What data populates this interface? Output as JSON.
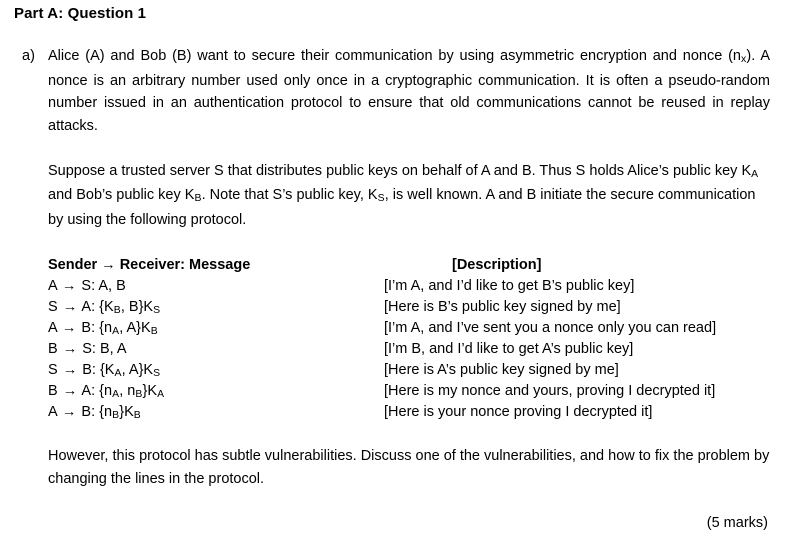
{
  "document": {
    "title": "Part A: Question 1",
    "question": {
      "marker": "a)",
      "paragraph_1": "Alice (A) and Bob (B) want to secure their communication by using asymmetric encryption and nonce (nₓ). A nonce is an arbitrary number used only once in a cryptographic communication. It is often a pseudo-random number issued in an authentication protocol to ensure that old communications cannot be reused in replay attacks.",
      "paragraph_2": "Suppose a trusted server S that distributes public keys on behalf of A and B. Thus S holds Alice’s public key Kₐ and Bob’s public key Kʙ. Note that S’s public key, Kₛ, is well known. A and B initiate the secure communication by using the following protocol.",
      "closing_paragraph": "However, this protocol has subtle vulnerabilities. Discuss one of the vulnerabilities, and how to fix the problem by changing the lines in the protocol.",
      "marks": "(5 marks)"
    },
    "protocol_table": {
      "header_message": "Sender → Receiver: Message",
      "header_description": "[Description]",
      "rows": [
        {
          "sender": "A",
          "receiver": "S",
          "message": "A, B",
          "message_plain": "A → S: A, B",
          "description": "[I’m A, and I’d like to get B’s public key]"
        },
        {
          "sender": "S",
          "receiver": "A",
          "message": "{Kʙ, B}Kₛ",
          "message_plain": "S → A: {Kʙ, B}Kₛ",
          "description": "[Here is B’s public key signed by me]"
        },
        {
          "sender": "A",
          "receiver": "B",
          "message": "{nₐ, A}Kʙ",
          "message_plain": "A → B: {nₐ, A}Kʙ",
          "description": "[I’m A, and I’ve sent you a nonce only you can read]"
        },
        {
          "sender": "B",
          "receiver": "S",
          "message": "B, A",
          "message_plain": "B → S: B, A",
          "description": "[I’m B, and I’d like to get A’s public key]"
        },
        {
          "sender": "S",
          "receiver": "B",
          "message": "{Kₐ, A}Kₛ",
          "message_plain": "S → B: {Kₐ, A}Kₛ",
          "description": "[Here is A’s public key signed by me]"
        },
        {
          "sender": "B",
          "receiver": "A",
          "message": "{nₐ, nʙ}Kₐ",
          "message_plain": "B → A: {nₐ, nʙ}Kₐ",
          "description": "[Here is my nonce and yours, proving I decrypted it]"
        },
        {
          "sender": "A",
          "receiver": "B",
          "message": "{nʙ}Kʙ",
          "message_plain": "A → B: {nʙ}Kʙ",
          "description": "[Here is your nonce proving I decrypted it]"
        }
      ]
    }
  }
}
